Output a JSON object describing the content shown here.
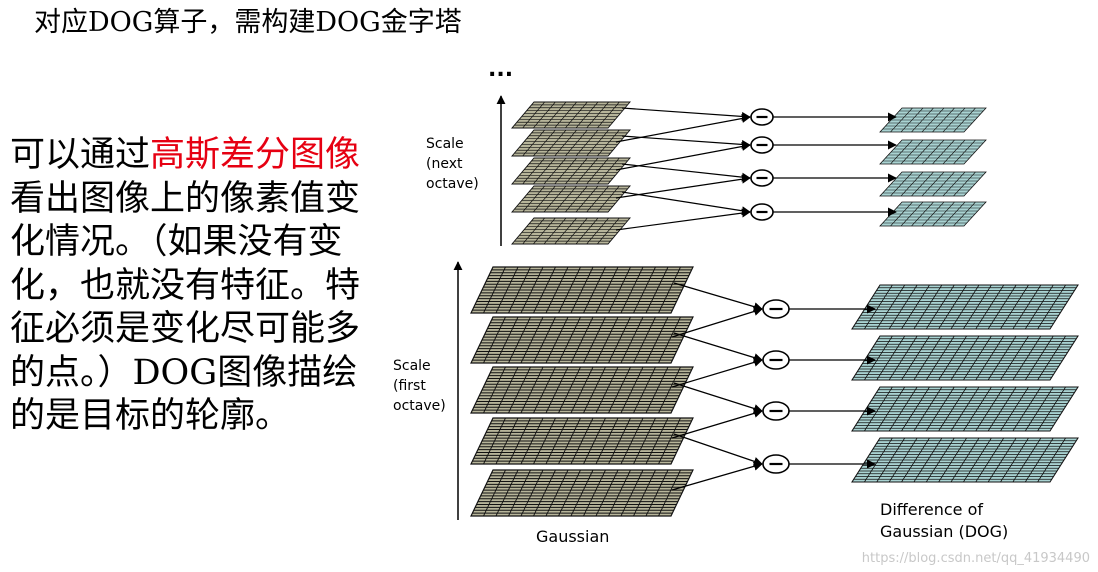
{
  "heading": "对应DOG算子，需构建DOG金字塔",
  "body": {
    "part1": "可以通过",
    "highlight": "高斯差分图像",
    "part2": "看出图像上的像素值变化情况。（如果没有变化，也就没有特征。特征必须是变化尽可能多的点。）DOG图像描绘的是目标的轮廓。"
  },
  "diagram": {
    "ellipsis": "...",
    "scale_next": [
      "Scale",
      "(next",
      "octave)"
    ],
    "scale_first": [
      "Scale",
      "(first",
      "octave)"
    ],
    "gaussian_label": "Gaussian",
    "dog_label": [
      "Difference of",
      "Gaussian (DOG)"
    ],
    "minus_symbol": "−"
  },
  "watermark": "https://blog.csdn.net/qq_41934490",
  "colors": {
    "highlight": "#e60012",
    "gaussian_fill": "#b7b59a",
    "dog_fill": "#a9d3d2",
    "grid_line": "#111111"
  }
}
